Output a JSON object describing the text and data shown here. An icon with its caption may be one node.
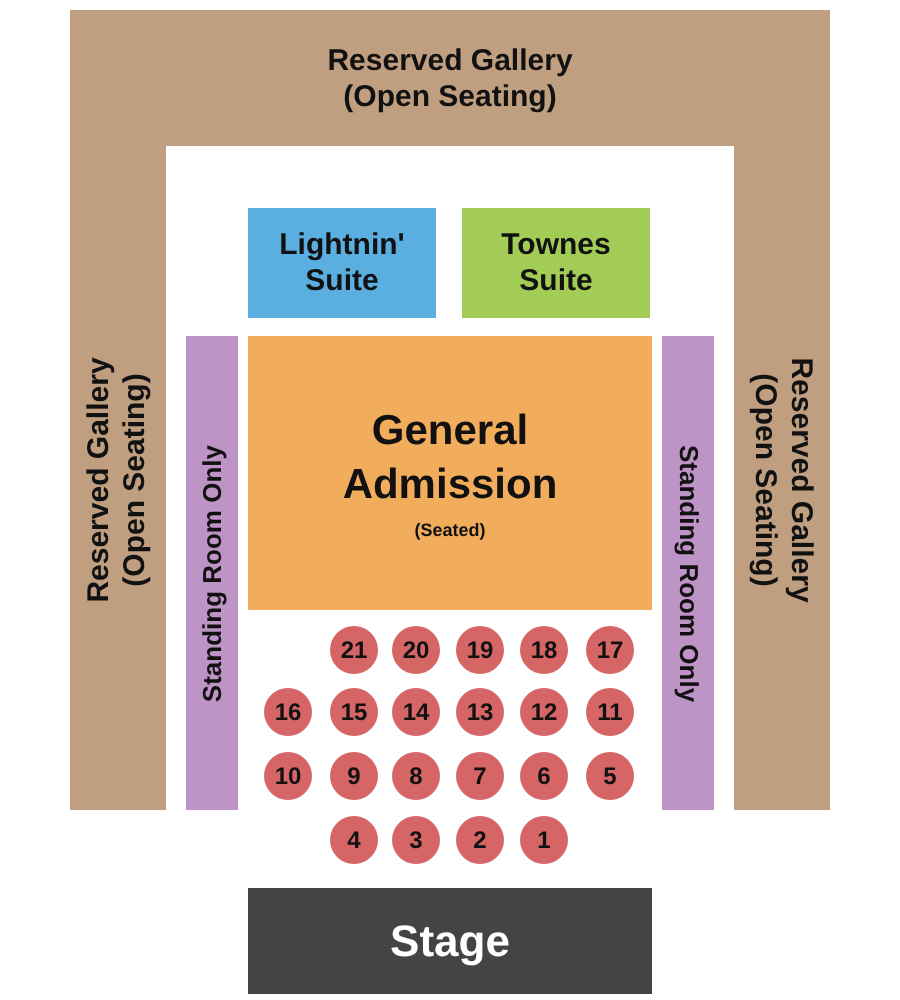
{
  "diagram": {
    "nodes": [
      {
        "text": [
          "Reserved Gallery (Open Seating)",
          "Reserved Gallery (Open Seating)",
          "Reserved Gallery (Open Seating)"
        ]
      },
      {
        "text": [
          "Lightnin' Suite"
        ]
      },
      {
        "text": [
          "Townes Suite"
        ]
      },
      {
        "text": [
          "Standing Room Only"
        ]
      },
      {
        "text": [
          "General Admission",
          "(Seated)"
        ]
      },
      {
        "text": [
          "Standing Room Only"
        ]
      },
      {
        "text": [
          "21"
        ]
      },
      {
        "text": [
          "20"
        ]
      },
      {
        "text": [
          "19"
        ]
      },
      {
        "text": [
          "18"
        ]
      },
      {
        "text": [
          "17"
        ]
      },
      {
        "text": [
          "16"
        ]
      },
      {
        "text": [
          "15"
        ]
      },
      {
        "text": [
          "14"
        ]
      },
      {
        "text": [
          "13"
        ]
      },
      {
        "text": [
          "12"
        ]
      },
      {
        "text": [
          "11"
        ]
      },
      {
        "text": [
          "10"
        ]
      },
      {
        "text": [
          "9"
        ]
      },
      {
        "text": [
          "8"
        ]
      },
      {
        "text": [
          "7"
        ]
      },
      {
        "text": [
          "6"
        ]
      },
      {
        "text": [
          "5"
        ]
      },
      {
        "text": [
          "4"
        ]
      },
      {
        "text": [
          "3"
        ]
      },
      {
        "text": [
          "2"
        ]
      },
      {
        "text": [
          "1"
        ]
      },
      {
        "text": [
          "Stage"
        ]
      }
    ]
  }
}
